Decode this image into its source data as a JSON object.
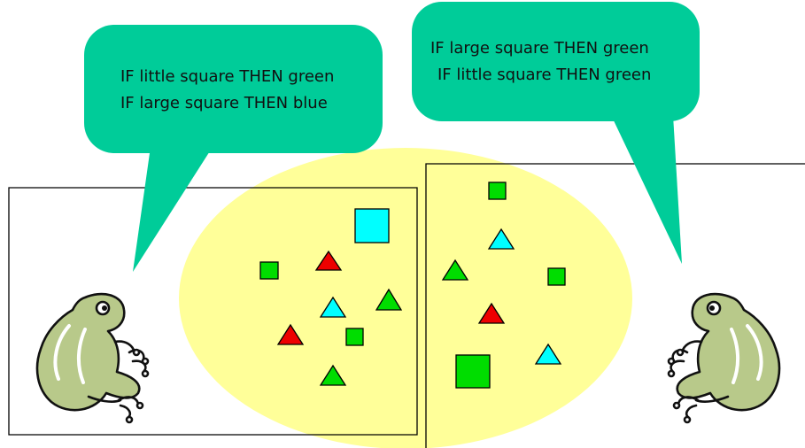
{
  "colors": {
    "bubble": "#00cc99",
    "ellipse": "#ffff99",
    "red": "#ee0000",
    "green": "#00dd00",
    "cyan": "#00ffff",
    "frog_fill": "#b8c98a",
    "frog_outline": "#111111"
  },
  "left_speech_bubble": {
    "lines": [
      "IF little square THEN green",
      "IF large square THEN blue"
    ]
  },
  "right_speech_bubble": {
    "lines": [
      "IF large square THEN green",
      "IF little square THEN green"
    ]
  },
  "left_frog": {
    "icon": "frog-icon"
  },
  "right_frog": {
    "icon": "frog-icon"
  },
  "left_region_shapes": [
    {
      "shape": "square",
      "size": "large",
      "color": "cyan"
    },
    {
      "shape": "square",
      "size": "small",
      "color": "green"
    },
    {
      "shape": "triangle",
      "color": "red"
    },
    {
      "shape": "triangle",
      "color": "cyan"
    },
    {
      "shape": "triangle",
      "color": "green"
    },
    {
      "shape": "triangle",
      "color": "red"
    },
    {
      "shape": "square",
      "size": "small",
      "color": "green"
    },
    {
      "shape": "triangle",
      "color": "green"
    }
  ],
  "right_region_shapes": [
    {
      "shape": "square",
      "size": "small",
      "color": "green"
    },
    {
      "shape": "triangle",
      "color": "cyan"
    },
    {
      "shape": "triangle",
      "color": "green"
    },
    {
      "shape": "square",
      "size": "small",
      "color": "green"
    },
    {
      "shape": "triangle",
      "color": "red"
    },
    {
      "shape": "square",
      "size": "large",
      "color": "green"
    },
    {
      "shape": "triangle",
      "color": "cyan"
    }
  ]
}
